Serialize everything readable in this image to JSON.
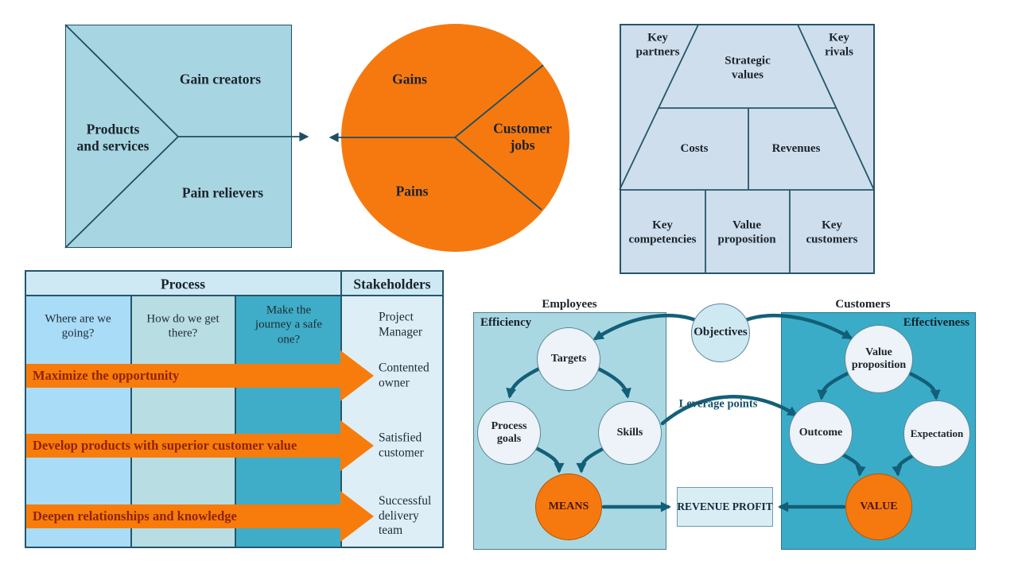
{
  "palette": {
    "square_blue": "#a7d6e2",
    "orange": "#f6790f",
    "panel_blue": "#cfdeec",
    "thin_line_teal": "#1d4f63",
    "thick_arrow_teal": "#135f78",
    "col_sky_blue": "#a9dcf7",
    "col_pale_teal": "#b8dde3",
    "col_teal": "#40adc8",
    "col_light_blue": "#ddeef6",
    "header_blue": "#cfe9f4",
    "process_arrow_orange": "#f87c0c",
    "process_arrow_text": "#8f2400",
    "efficiency_box": "#aad8e2",
    "effectiveness_box": "#3aacc8",
    "node_fill": "#edf3f8",
    "objectives_fill": "#cfe9f3",
    "revenue_fill": "#d9edf5",
    "dark_text": "#1b232b",
    "means_value_text": "#4a1500"
  },
  "value_proposition_canvas": {
    "gain_creators": "Gain creators",
    "products_and_services": "Products\nand services",
    "pain_relievers": "Pain relievers",
    "gains": "Gains",
    "customer_jobs": "Customer\njobs",
    "pains": "Pains"
  },
  "strategic_canvas": {
    "key_partners": "Key\npartners",
    "strategic_values": "Strategic\nvalues",
    "key_rivals": "Key\nrivals",
    "costs": "Costs",
    "revenues": "Revenues",
    "key_competencies": "Key\ncompetencies",
    "value_proposition": "Value\nproposition",
    "key_customers": "Key\ncustomers"
  },
  "process_table": {
    "process_header": "Process",
    "stakeholders_header": "Stakeholders",
    "questions": [
      "Where are we\ngoing?",
      "How do we get\nthere?",
      "Make the\njourney a safe\none?"
    ],
    "arrows": [
      "Maximize the opportunity",
      "Develop products with superior customer value",
      "Deepen relationships and knowledge"
    ],
    "stakeholders": [
      "Project\nManager",
      "Contented\nowner",
      "Satisfied\ncustomer",
      "Successful\ndelivery\nteam"
    ]
  },
  "systems_diagram": {
    "employees_label": "Employees",
    "customers_label": "Customers",
    "efficiency_label": "Efficiency",
    "effectiveness_label": "Effectiveness",
    "objectives": "Objectives",
    "leverage_points": "Leverage points",
    "targets": "Targets",
    "process_goals": "Process\ngoals",
    "skills": "Skills",
    "means": "MEANS",
    "value_proposition": "Value\nproposition",
    "outcome": "Outcome",
    "expectation": "Expectation",
    "value": "VALUE",
    "revenue_profit": "REVENUE PROFIT"
  }
}
